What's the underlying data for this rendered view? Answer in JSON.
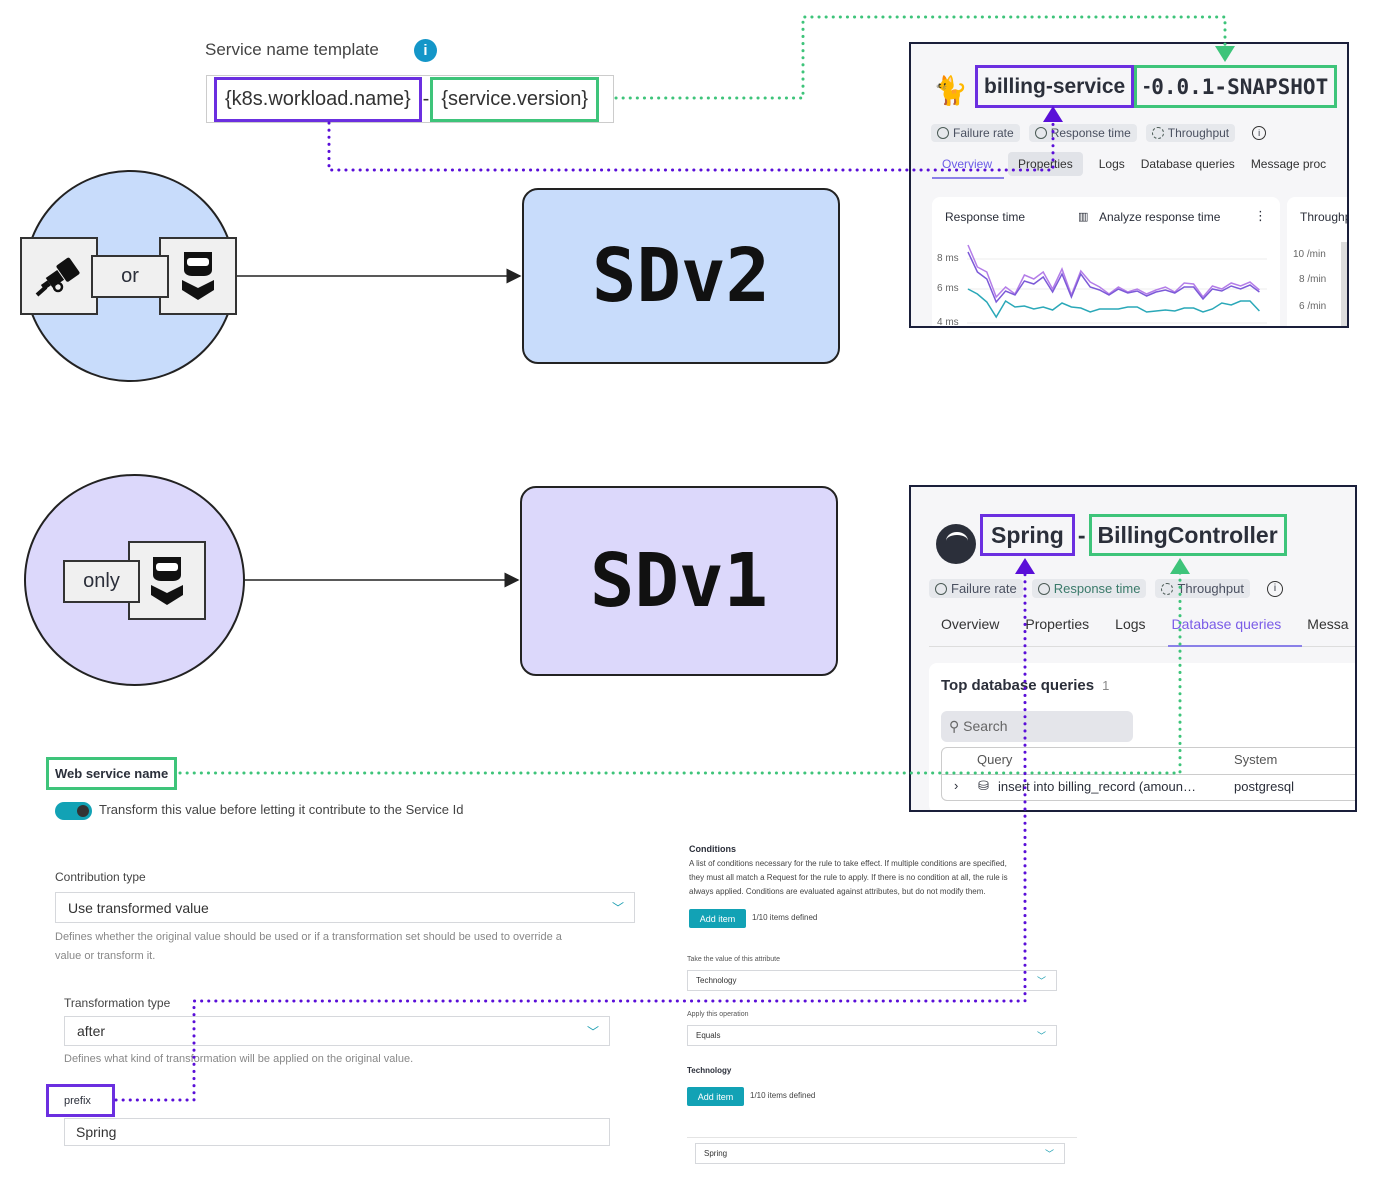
{
  "template": {
    "label": "Service name template",
    "part1": "{k8s.workload.name}",
    "sep": "-",
    "part2": "{service.version}",
    "info_icon": "info-icon"
  },
  "sdv2": {
    "or_label": "or",
    "title": "SDv2",
    "icons": [
      "telescope-icon",
      "ninja-agent-icon"
    ]
  },
  "sdv1": {
    "only_label": "only",
    "title": "SDv1",
    "icons": [
      "ninja-agent-icon"
    ]
  },
  "panel1": {
    "name": "billing-service",
    "sep": "-",
    "version": "0.0.1-SNAPSHOT",
    "chips": [
      "Failure rate",
      "Response time",
      "Throughput"
    ],
    "tabs": [
      "Overview",
      "Properties",
      "Logs",
      "Database queries",
      "Message proc"
    ],
    "card1": {
      "title": "Response time",
      "action": "Analyze response time",
      "yticks": [
        "8 ms",
        "6 ms",
        "4 ms"
      ]
    },
    "card2": {
      "title": "Throughp",
      "yticks": [
        "10 /min",
        "8 /min",
        "6 /min"
      ]
    }
  },
  "panel2": {
    "name": "Spring",
    "sep": "-",
    "controller": "BillingController",
    "chips": [
      "Failure rate",
      "Response time",
      "Throughput"
    ],
    "tabs": [
      "Overview",
      "Properties",
      "Logs",
      "Database queries",
      "Messa"
    ],
    "section": "Top database queries",
    "count": "1",
    "search_placeholder": "Search",
    "columns": [
      "Query",
      "System"
    ],
    "row": {
      "query": "insert into billing_record (amoun…",
      "system": "postgresql"
    }
  },
  "form": {
    "web_service_name": "Web service name",
    "toggle_label": "Transform this value before letting it contribute to the Service Id",
    "contribution_label": "Contribution type",
    "contribution_value": "Use transformed value",
    "contribution_help1": "Defines whether the original value should be used or if a transformation set should be used to override a",
    "contribution_help2": "value or transform it.",
    "transformation_label": "Transformation type",
    "transformation_value": "after",
    "transformation_help": "Defines what kind of transformation will be applied on the original value.",
    "prefix_label": "prefix",
    "prefix_value": "Spring"
  },
  "conditions": {
    "title": "Conditions",
    "desc1": "A list of conditions necessary for the rule to take effect. If multiple conditions are specified,",
    "desc2": "they must all match a Request for the rule to apply. If there is no condition at all, the rule is",
    "desc3": "always applied. Conditions are evaluated against attributes, but do not modify them.",
    "add_item": "Add item",
    "items_defined": "1/10 items defined",
    "attr_label": "Take the value of this attribute",
    "attr_value": "Technology",
    "op_label": "Apply this operation",
    "op_value": "Equals",
    "tech_label": "Technology",
    "tech_add": "Add item",
    "tech_items": "1/10 items defined",
    "tech_value": "Spring"
  },
  "colors": {
    "purple": "#6b2fe0",
    "green": "#3ec47a",
    "sdv2_fill": "#c8dcfb",
    "sdv1_fill": "#dcd8fb",
    "teal": "#12a2b5"
  }
}
